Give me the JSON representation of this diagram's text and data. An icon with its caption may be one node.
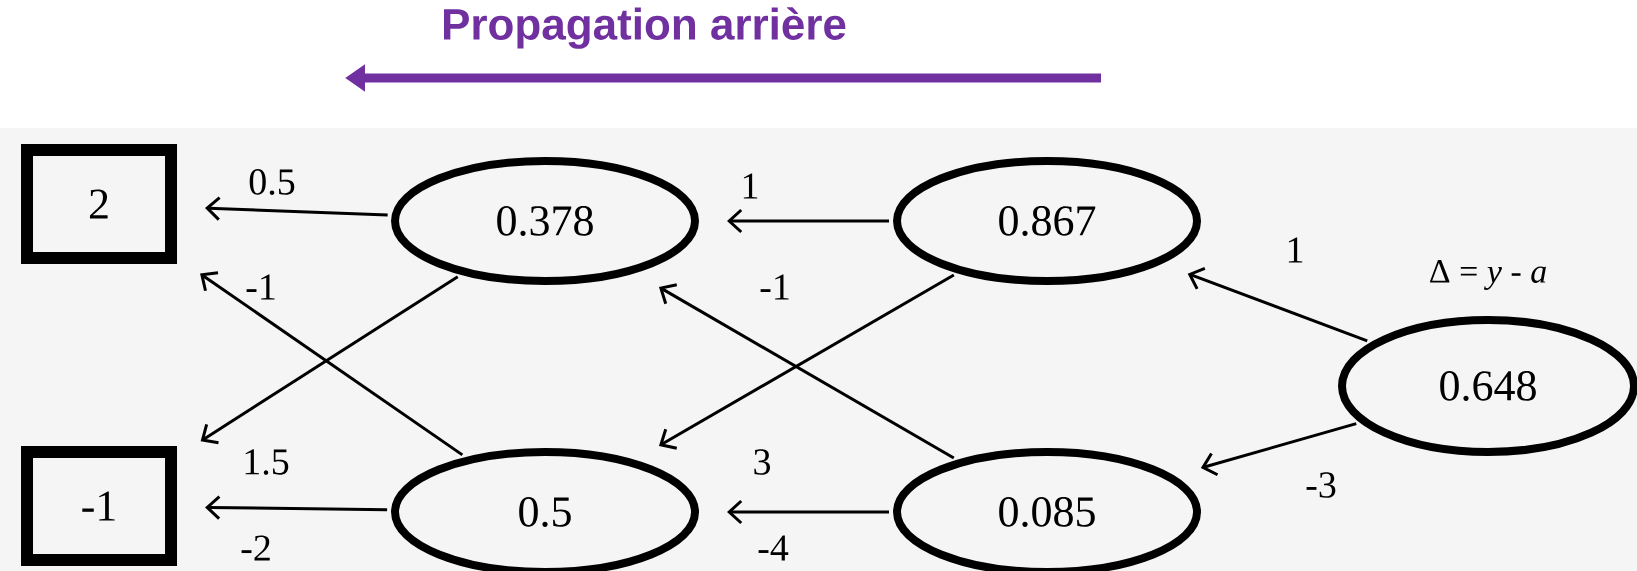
{
  "diagram": {
    "title": "Propagation arrière",
    "nodes": [
      {
        "text": [
          "2"
        ]
      },
      {
        "text": [
          "-1"
        ]
      },
      {
        "text": [
          "0.378"
        ]
      },
      {
        "text": [
          "0.5"
        ]
      },
      {
        "text": [
          "0.867"
        ]
      },
      {
        "text": [
          "0.085"
        ]
      },
      {
        "text": [
          "0.648"
        ],
        "beside": [
          "Δ = *y* - *a*"
        ]
      }
    ],
    "edges": [
      {
        "from": 6,
        "to": 4,
        "arrow": "to",
        "label": "1"
      },
      {
        "from": 6,
        "to": 5,
        "arrow": "to",
        "label": "-3"
      },
      {
        "from": 4,
        "to": 2,
        "arrow": "to",
        "label": "1"
      },
      {
        "from": 4,
        "to": 3,
        "arrow": "to",
        "label": "3"
      },
      {
        "from": 5,
        "to": 2,
        "arrow": "to",
        "label": "-1"
      },
      {
        "from": 5,
        "to": 3,
        "arrow": "to",
        "label": "-4"
      },
      {
        "from": 2,
        "to": 0,
        "arrow": "to",
        "label": "0.5"
      },
      {
        "from": 2,
        "to": 1,
        "arrow": "to",
        "label": "1.5"
      },
      {
        "from": 3,
        "to": 0,
        "arrow": "to",
        "label": "-1"
      },
      {
        "from": 3,
        "to": 1,
        "arrow": "to",
        "label": "-2"
      }
    ]
  }
}
